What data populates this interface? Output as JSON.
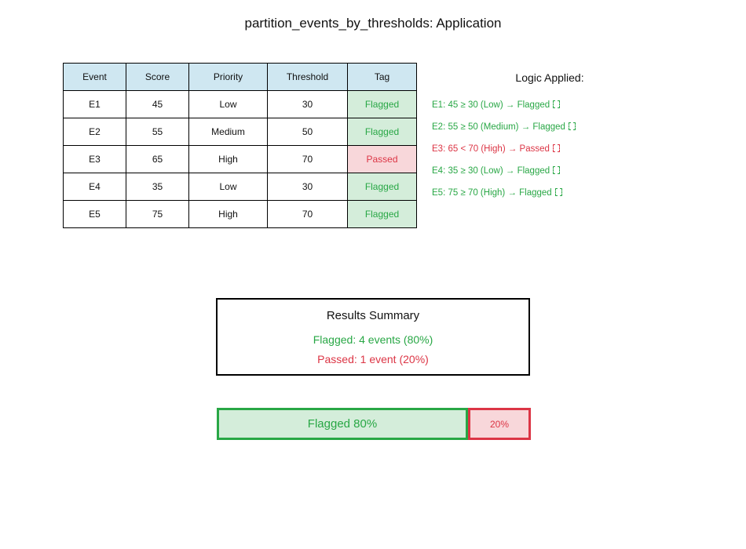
{
  "title": "partition_events_by_thresholds: Application",
  "colors": {
    "header_blue": "#cfe7f1",
    "flagged_text": "#28a745",
    "flagged_bg": "#d4edda",
    "passed_text": "#dc3545",
    "passed_bg": "#f8d7da",
    "border_black": "#000000"
  },
  "table": {
    "headers": [
      "Event",
      "Score",
      "Priority",
      "Threshold",
      "Tag"
    ],
    "rows": [
      {
        "event": "E1",
        "score": "45",
        "priority": "Low",
        "threshold": "30",
        "tag": "Flagged",
        "status": "flagged"
      },
      {
        "event": "E2",
        "score": "55",
        "priority": "Medium",
        "threshold": "50",
        "tag": "Flagged",
        "status": "flagged"
      },
      {
        "event": "E3",
        "score": "65",
        "priority": "High",
        "threshold": "70",
        "tag": "Passed",
        "status": "passed"
      },
      {
        "event": "E4",
        "score": "35",
        "priority": "Low",
        "threshold": "30",
        "tag": "Flagged",
        "status": "flagged"
      },
      {
        "event": "E5",
        "score": "75",
        "priority": "High",
        "threshold": "70",
        "tag": "Flagged",
        "status": "flagged"
      }
    ]
  },
  "logic": {
    "heading": "Logic Applied:",
    "lines": [
      {
        "text": "E1: 45 ≥ 30 (Low) → Flagged",
        "status": "flagged"
      },
      {
        "text": "E2: 55 ≥ 50 (Medium) → Flagged",
        "status": "flagged"
      },
      {
        "text": "E3: 65 < 70 (High) → Passed",
        "status": "passed"
      },
      {
        "text": "E4: 35 ≥ 30 (Low) → Flagged",
        "status": "flagged"
      },
      {
        "text": "E5: 75 ≥ 70 (High) → Flagged",
        "status": "flagged"
      }
    ]
  },
  "summary": {
    "heading": "Results Summary",
    "flagged_line": "Flagged: 4 events (80%)",
    "passed_line": "Passed: 1 event (20%)"
  },
  "bar": {
    "flagged_label": "Flagged 80%",
    "passed_label": "20%",
    "flagged_pct": 80,
    "passed_pct": 20
  },
  "chart_data": [
    {
      "type": "table",
      "title": "partition_events_by_thresholds: Application",
      "columns": [
        "Event",
        "Score",
        "Priority",
        "Threshold",
        "Tag"
      ],
      "rows": [
        [
          "E1",
          45,
          "Low",
          30,
          "Flagged"
        ],
        [
          "E2",
          55,
          "Medium",
          50,
          "Flagged"
        ],
        [
          "E3",
          65,
          "High",
          70,
          "Passed"
        ],
        [
          "E4",
          35,
          "Low",
          30,
          "Flagged"
        ],
        [
          "E5",
          75,
          "High",
          70,
          "Flagged"
        ]
      ]
    },
    {
      "type": "bar",
      "orientation": "horizontal-stacked",
      "categories": [
        "Flagged",
        "Passed"
      ],
      "values": [
        80,
        20
      ],
      "title": "Flagged vs Passed share (%)",
      "xlabel": "",
      "ylabel": "",
      "xlim": [
        0,
        100
      ],
      "legend_position": "none",
      "grid": false
    }
  ]
}
